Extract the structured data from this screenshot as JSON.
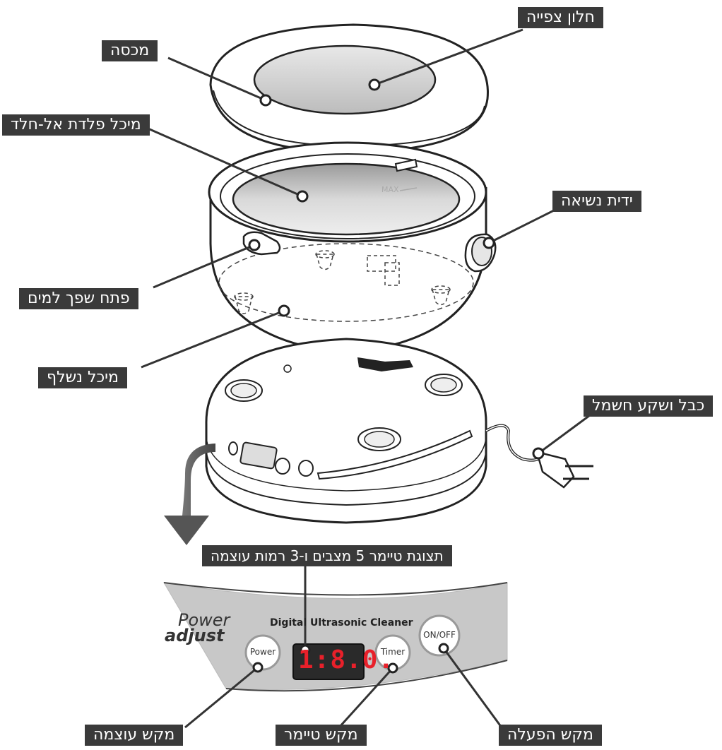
{
  "labels": {
    "viewing_window": "חלון צפייה",
    "lid": "מכסה",
    "stainless_tank": "מיכל פלדת אל-חלד",
    "carry_handle": "ידית נשיאה",
    "drain_opening": "פתח שפך למים",
    "removable_tank": "מיכל נשלף",
    "power_cable": "כבל ושקע חשמל",
    "timer_display": "תצוגת טיימר 5 מצבים ו-3 רמות עוצמה",
    "power_button": "מקש עוצמה",
    "timer_button": "מקש טיימר",
    "onoff_button": "מקש הפעלה"
  },
  "panel": {
    "brand_line1": "Power",
    "brand_line2": "adjust",
    "product_name": "Digital Ultrasonic Cleaner",
    "power_key": "Power",
    "timer_key": "Timer",
    "onoff_key": "ON/OFF",
    "display_value": "1:8.0."
  },
  "tank": {
    "max_mark": "MAX"
  },
  "colors": {
    "label_bg": "#3a3a3a",
    "label_text": "#ffffff",
    "panel_fill": "#c8c8c8",
    "display_red": "#e8202a"
  }
}
